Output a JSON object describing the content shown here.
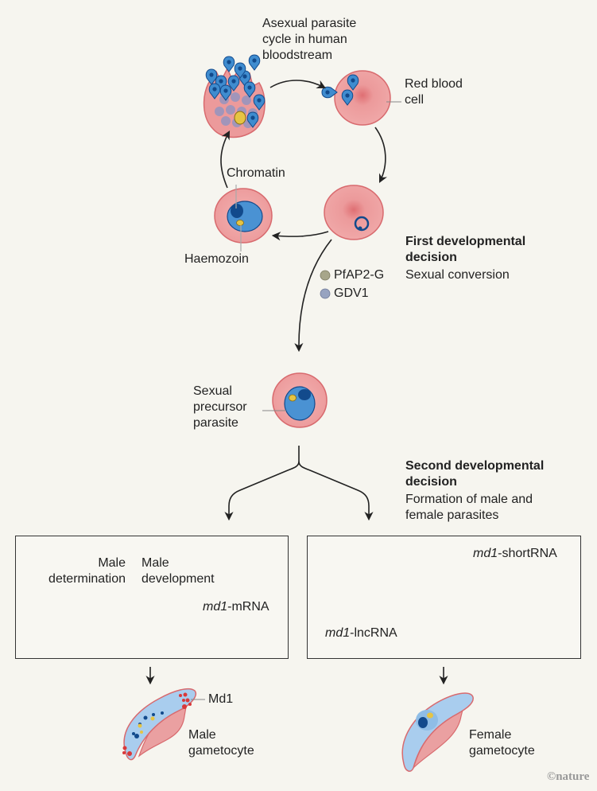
{
  "colors": {
    "background": "#f6f5ef",
    "rbc": "#ec9a9b",
    "rbc_edge": "#d86a6e",
    "parasite": "#3f8ccf",
    "parasite_dark": "#124a8c",
    "haemozoin": "#e6c443",
    "mrna_determination": "#e07064",
    "mrna_development": "#a8262a",
    "noncoding_rna": "#c9c5a2",
    "exon": "#98a2b8",
    "gametocyte": "#a9cdee",
    "md1": "#d9383a",
    "pfap2g": "#a7a68a",
    "gdv1": "#97a3c0"
  },
  "labels": {
    "asexual_cycle": [
      "Asexual parasite",
      "cycle in human",
      "bloodstream"
    ],
    "red_blood_cell": [
      "Red blood",
      "cell"
    ],
    "chromatin": "Chromatin",
    "haemozoin": "Haemozoin",
    "first_decision_title": [
      "First developmental",
      "decision"
    ],
    "first_decision_sub": "Sexual conversion",
    "legend": [
      {
        "name": "PfAP2-G",
        "icon": "olive-dot-icon"
      },
      {
        "name": "GDV1",
        "icon": "blue-grey-dot-icon"
      }
    ],
    "sexual_precursor": [
      "Sexual",
      "precursor",
      "parasite"
    ],
    "second_decision_title": [
      "Second developmental",
      "decision"
    ],
    "second_decision_sub": [
      "Formation of male and",
      "female parasites"
    ],
    "male_box": {
      "male_determination": [
        "Male",
        "determination"
      ],
      "male_development": [
        "Male",
        "development"
      ],
      "mrna_italic": "md1",
      "mrna_suffix": "-mRNA"
    },
    "female_box": {
      "short_italic": "md1",
      "short_suffix": "-shortRNA",
      "lnc_italic": "md1",
      "lnc_suffix": "-lncRNA"
    },
    "md1": "Md1",
    "male_gametocyte": [
      "Male",
      "gametocyte"
    ],
    "female_gametocyte": [
      "Female",
      "gametocyte"
    ],
    "credit": "©nature"
  }
}
